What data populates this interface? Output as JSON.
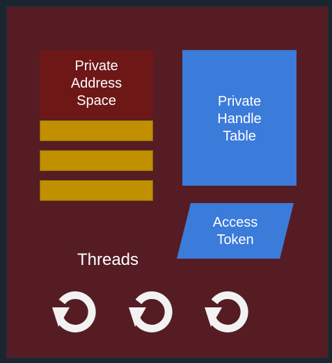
{
  "diagram": {
    "address_space": {
      "lines": [
        "Private",
        "Address",
        "Space"
      ]
    },
    "handle_table": {
      "lines": [
        "Private",
        "Handle",
        "Table"
      ]
    },
    "access_token": {
      "lines": [
        "Access",
        "Token"
      ]
    },
    "threads": {
      "title": "Threads",
      "icons": [
        "refresh-icon",
        "refresh-icon",
        "refresh-icon"
      ]
    },
    "colors": {
      "frame": "#561c23",
      "address_space": "#6e1717",
      "stripes": "#c09000",
      "handle_table": "#3b7bd9",
      "token": "#3b7bd9",
      "icon": "#f2f2f2"
    }
  }
}
